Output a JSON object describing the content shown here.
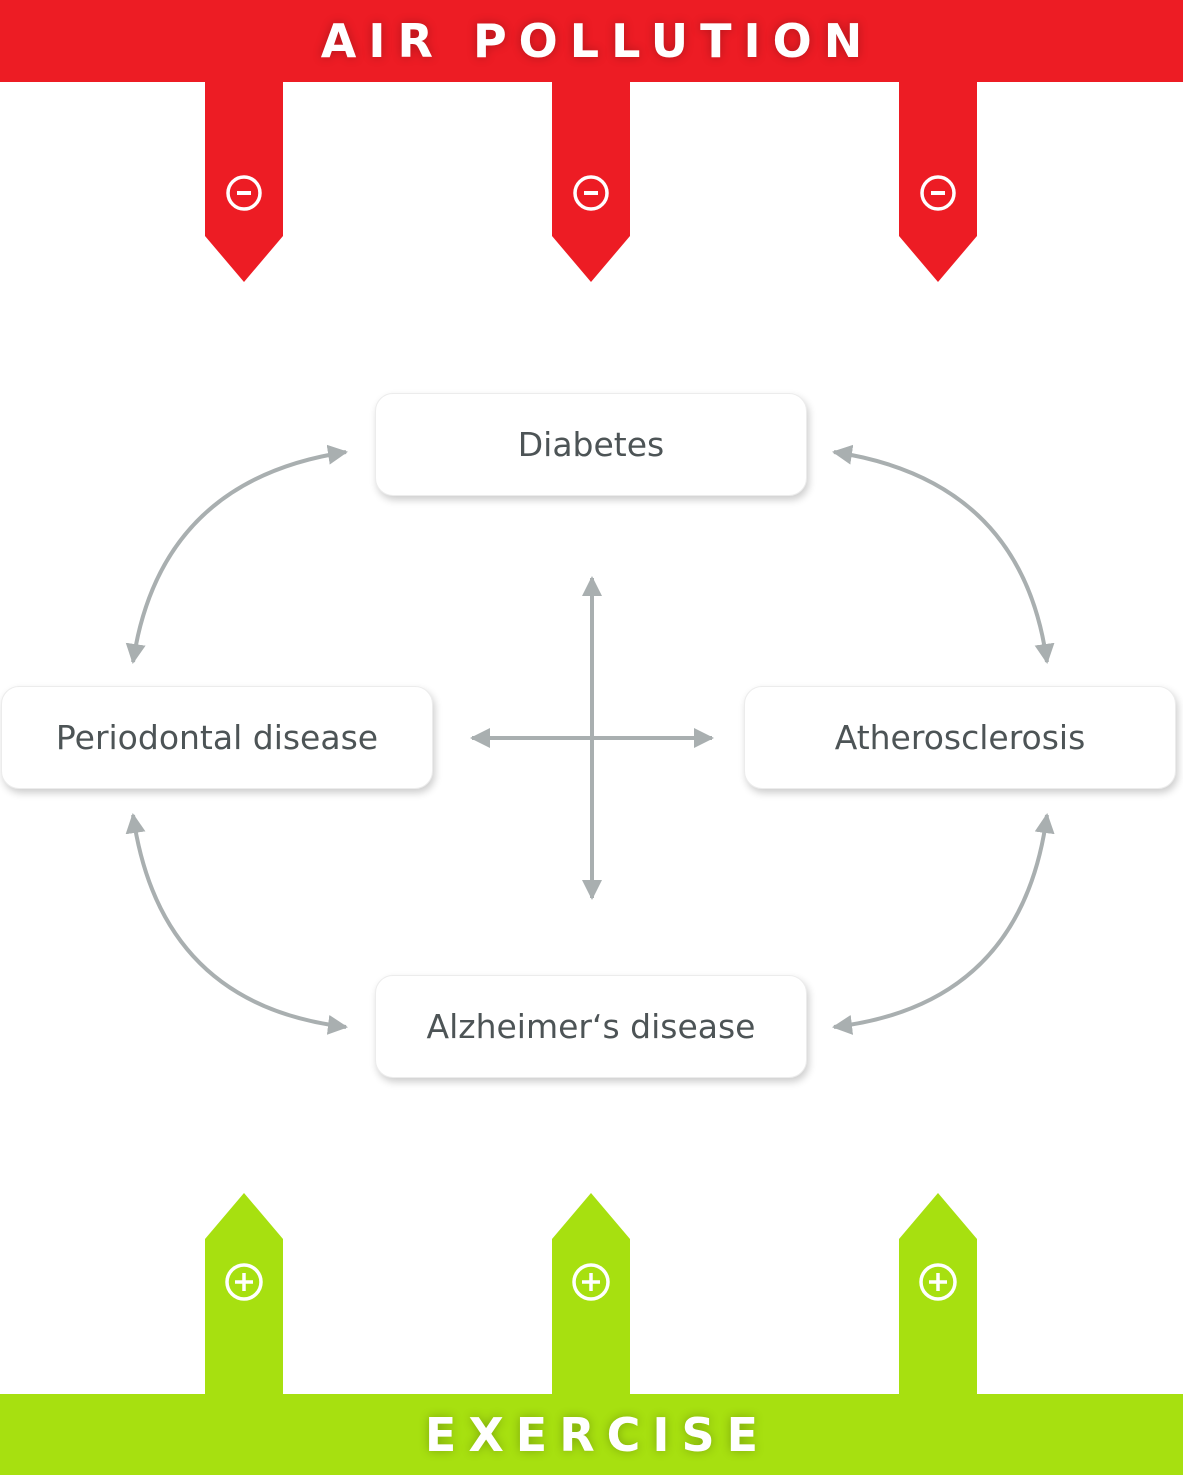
{
  "top_factor": {
    "label": "AIR POLLUTION",
    "color": "#ed1c24",
    "effect_symbol": "-",
    "effect_icon": "minus-circle-icon"
  },
  "bottom_factor": {
    "label": "EXERCISE",
    "color": "#a7e010",
    "effect_symbol": "+",
    "effect_icon": "plus-circle-icon"
  },
  "conditions": {
    "diabetes": "Diabetes",
    "periodontal": "Periodontal disease",
    "atherosclerosis": "Atherosclerosis",
    "alzheimers": "Alzheimer‘s disease"
  },
  "connector_color": "#a9afb0"
}
